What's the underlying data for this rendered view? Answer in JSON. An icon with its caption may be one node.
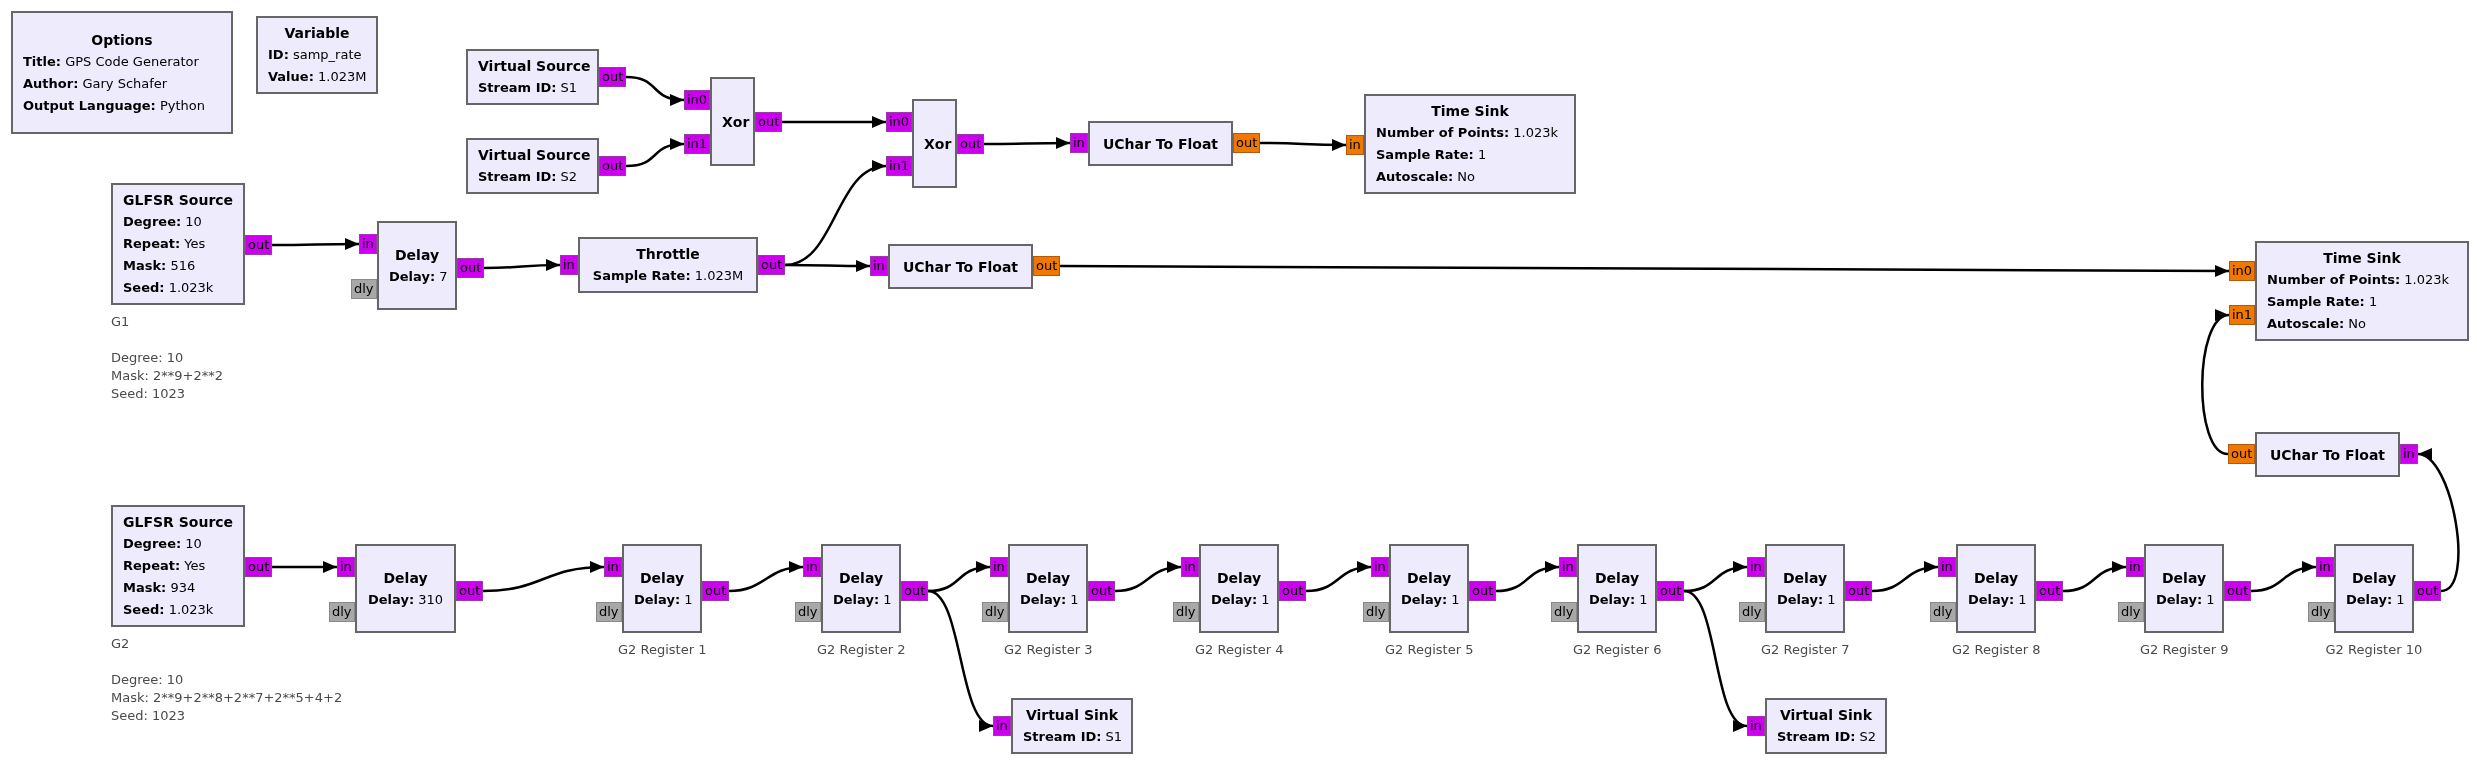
{
  "diagram": {
    "nodes": [
      {
        "text": [
          "Options",
          "**Title:** GPS Code Generator",
          "**Author:** Gary Schafer",
          "**Output Language:** Python"
        ]
      },
      {
        "text": [
          "Variable",
          "**ID:** samp_rate",
          "**Value:** 1.023M"
        ]
      },
      {
        "text": [
          "Virtual Source",
          "**Stream ID:** S1"
        ]
      },
      {
        "text": [
          "Virtual Source",
          "**Stream ID:** S2"
        ]
      },
      {
        "text": [
          "Xor"
        ]
      },
      {
        "text": [
          "GLFSR Source",
          "**Degree:** 10",
          "**Repeat:** Yes",
          "**Mask:** 516",
          "**Seed:** 1.023k"
        ],
        "beside": [
          "G1",
          "Degree: 10",
          "Mask: 2**9+2**2",
          "Seed: 1023"
        ]
      },
      {
        "text": [
          "Delay",
          "**Delay:** 7"
        ]
      },
      {
        "text": [
          "Throttle",
          "**Sample Rate:** 1.023M"
        ]
      },
      {
        "text": [
          "Xor"
        ]
      },
      {
        "text": [
          "UChar To Float"
        ]
      },
      {
        "text": [
          "Time Sink",
          "**Number of Points:** 1.023k",
          "**Sample Rate:** 1",
          "**Autoscale:** No"
        ]
      },
      {
        "text": [
          "UChar To Float"
        ]
      },
      {
        "text": [
          "Time Sink",
          "**Number of Points:** 1.023k",
          "**Sample Rate:** 1",
          "**Autoscale:** No"
        ]
      },
      {
        "text": [
          "UChar To Float"
        ]
      },
      {
        "text": [
          "GLFSR Source",
          "**Degree:** 10",
          "**Repeat:** Yes",
          "**Mask:** 934",
          "**Seed:** 1.023k"
        ],
        "beside": [
          "G2",
          "Degree: 10",
          "Mask: 2**9+2**8+2**7+2**5+4+2",
          "Seed: 1023"
        ]
      },
      {
        "text": [
          "Delay",
          "**Delay:** 310"
        ]
      },
      {
        "text": [
          "Delay",
          "**Delay:** 1"
        ],
        "beside": [
          "G2 Register 1"
        ]
      },
      {
        "text": [
          "Delay",
          "**Delay:** 1"
        ],
        "beside": [
          "G2 Register 2"
        ]
      },
      {
        "text": [
          "Delay",
          "**Delay:** 1"
        ],
        "beside": [
          "G2 Register 3"
        ]
      },
      {
        "text": [
          "Delay",
          "**Delay:** 1"
        ],
        "beside": [
          "G2 Register 4"
        ]
      },
      {
        "text": [
          "Delay",
          "**Delay:** 1"
        ],
        "beside": [
          "G2 Register 5"
        ]
      },
      {
        "text": [
          "Delay",
          "**Delay:** 1"
        ],
        "beside": [
          "G2 Register 6"
        ]
      },
      {
        "text": [
          "Delay",
          "**Delay:** 1"
        ],
        "beside": [
          "G2 Register 7"
        ]
      },
      {
        "text": [
          "Delay",
          "**Delay:** 1"
        ],
        "beside": [
          "G2 Register 8"
        ]
      },
      {
        "text": [
          "Delay",
          "**Delay:** 1"
        ],
        "beside": [
          "G2 Register 9"
        ]
      },
      {
        "text": [
          "Delay",
          "**Delay:** 1"
        ],
        "beside": [
          "G2 Register 10"
        ]
      },
      {
        "text": [
          "Virtual Sink",
          "**Stream ID:** S1"
        ]
      },
      {
        "text": [
          "Virtual Sink",
          "**Stream ID:** S2"
        ]
      }
    ],
    "edges": [
      {
        "from": 2,
        "to": 4,
        "arrow": "to"
      },
      {
        "from": 3,
        "to": 4,
        "arrow": "to"
      },
      {
        "from": 4,
        "to": 8,
        "arrow": "to"
      },
      {
        "from": 7,
        "to": 8,
        "arrow": "to"
      },
      {
        "from": 8,
        "to": 9,
        "arrow": "to"
      },
      {
        "from": 9,
        "to": 10,
        "arrow": "to"
      },
      {
        "from": 5,
        "to": 6,
        "arrow": "to"
      },
      {
        "from": 6,
        "to": 7,
        "arrow": "to"
      },
      {
        "from": 7,
        "to": 11,
        "arrow": "to"
      },
      {
        "from": 11,
        "to": 12,
        "arrow": "to"
      },
      {
        "from": 13,
        "to": 12,
        "arrow": "to"
      },
      {
        "from": 14,
        "to": 15,
        "arrow": "to"
      },
      {
        "from": 15,
        "to": 16,
        "arrow": "to"
      },
      {
        "from": 16,
        "to": 17,
        "arrow": "to"
      },
      {
        "from": 17,
        "to": 18,
        "arrow": "to"
      },
      {
        "from": 17,
        "to": 26,
        "arrow": "to"
      },
      {
        "from": 18,
        "to": 19,
        "arrow": "to"
      },
      {
        "from": 19,
        "to": 20,
        "arrow": "to"
      },
      {
        "from": 20,
        "to": 21,
        "arrow": "to"
      },
      {
        "from": 21,
        "to": 22,
        "arrow": "to"
      },
      {
        "from": 22,
        "to": 23,
        "arrow": "to"
      },
      {
        "from": 21,
        "to": 27,
        "arrow": "to"
      },
      {
        "from": 23,
        "to": 24,
        "arrow": "to"
      },
      {
        "from": 24,
        "to": 25,
        "arrow": "to"
      },
      {
        "from": 25,
        "to": 13,
        "arrow": "to"
      }
    ],
    "labels": [
      "out",
      "out",
      "in0",
      "in1",
      "out",
      "out",
      "in",
      "dly",
      "out",
      "in",
      "out",
      "in0",
      "in1",
      "out",
      "in",
      "out",
      "in",
      "in",
      "out",
      "in0",
      "in1",
      "out",
      "in",
      "out",
      "in",
      "dly",
      "out",
      "in",
      "dly",
      "out",
      "in",
      "dly",
      "out",
      "in",
      "dly",
      "out",
      "in",
      "dly",
      "out",
      "in",
      "dly",
      "out",
      "in",
      "dly",
      "out",
      "in",
      "dly",
      "out",
      "in",
      "dly",
      "out",
      "in",
      "dly",
      "out",
      "in",
      "dly",
      "out",
      "in",
      "in"
    ]
  }
}
